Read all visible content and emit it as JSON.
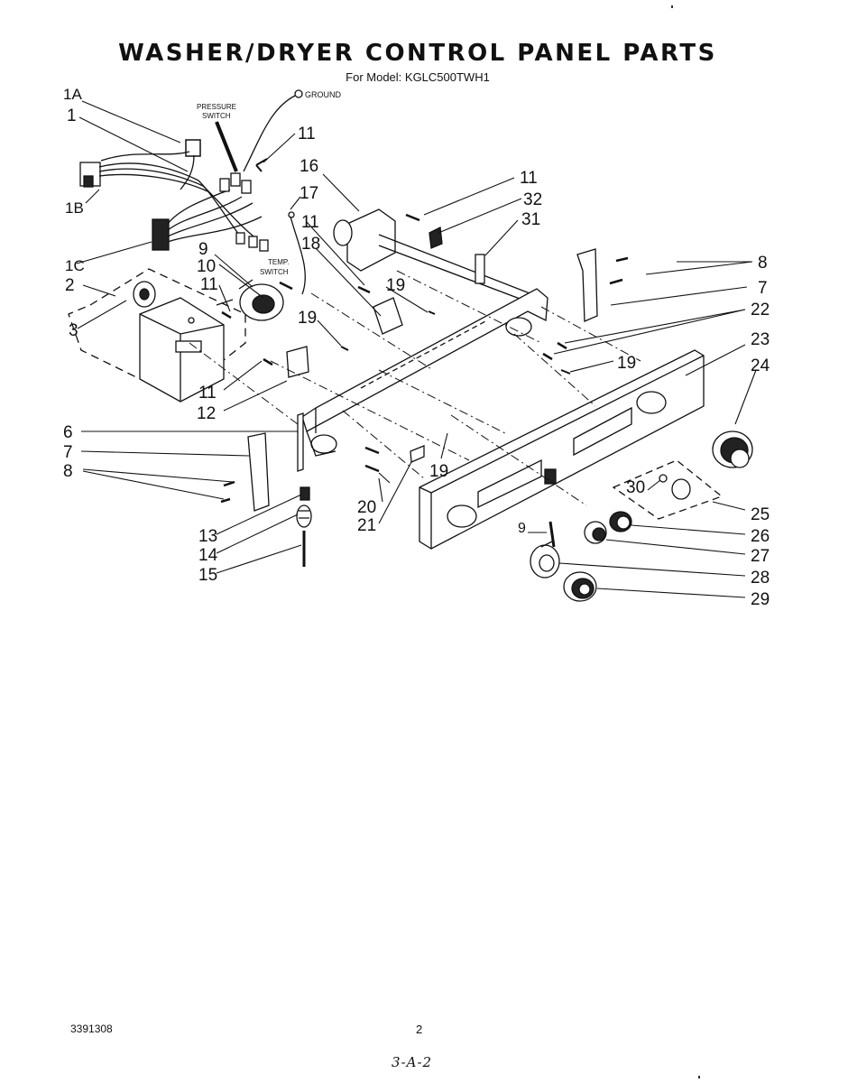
{
  "title": "WASHER/DRYER CONTROL PANEL PARTS",
  "subtitle": "For Model: KGLC500TWH1",
  "labels": {
    "ground": "GROUND",
    "pressure_switch": [
      "PRESSURE",
      "SWITCH"
    ],
    "temp_switch": [
      "TEMP.",
      "SWITCH"
    ]
  },
  "callouts": {
    "c1a": "1A",
    "c1": "1",
    "c1b": "1B",
    "c1c": "1C",
    "c2": "2",
    "c3": "3",
    "c6": "6",
    "c7L": "7",
    "c8L": "8",
    "c9a": "9",
    "c10": "10",
    "c11a": "11",
    "c11b": "11",
    "c11c": "11",
    "c11d": "11",
    "c11e": "11",
    "c12": "12",
    "c13": "13",
    "c14": "14",
    "c15": "15",
    "c16": "16",
    "c17": "17",
    "c18": "18",
    "c19a": "19",
    "c19b": "19",
    "c19c": "19",
    "c19d": "19",
    "c20": "20",
    "c21": "21",
    "c31": "31",
    "c32": "32",
    "c8R": "8",
    "c7R": "7",
    "c22": "22",
    "c23": "23",
    "c24": "24",
    "c25": "25",
    "c26": "26",
    "c27": "27",
    "c28": "28",
    "c29": "29",
    "c30": "30",
    "c9b": "9"
  },
  "footer": {
    "part_number": "3391308",
    "page": "2",
    "section": "3-A-2"
  }
}
